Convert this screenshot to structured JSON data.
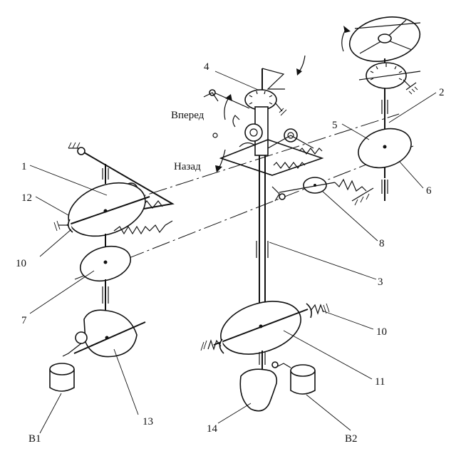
{
  "labels": {
    "n1": "1",
    "n2": "2",
    "n3": "3",
    "n4": "4",
    "n5": "5",
    "n6": "6",
    "n7": "7",
    "n8": "8",
    "n10a": "10",
    "n10b": "10",
    "n11": "11",
    "n12": "12",
    "n13": "13",
    "n14": "14",
    "b1": "В1",
    "b2": "В2"
  },
  "words": {
    "forward": "Вперед",
    "back": "Назад"
  }
}
